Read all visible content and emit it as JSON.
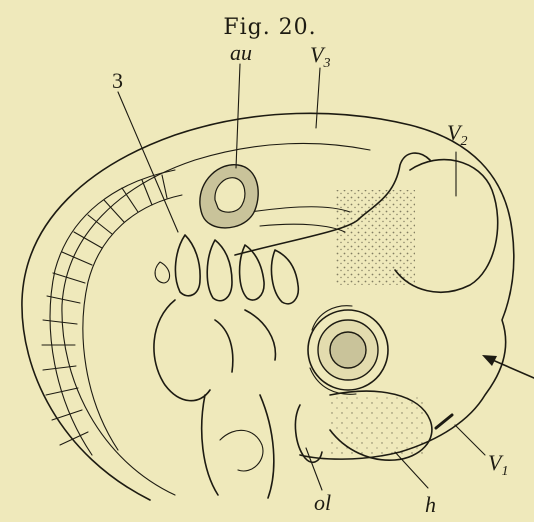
{
  "figure": {
    "caption": "Fig. 20.",
    "labels": {
      "au": "au",
      "v3_letter": "V",
      "v3_sub": "3",
      "v2_letter": "V",
      "v2_sub": "2",
      "v1_letter": "V",
      "v1_sub": "1",
      "three": "3",
      "ol": "ol",
      "h": "h"
    }
  }
}
